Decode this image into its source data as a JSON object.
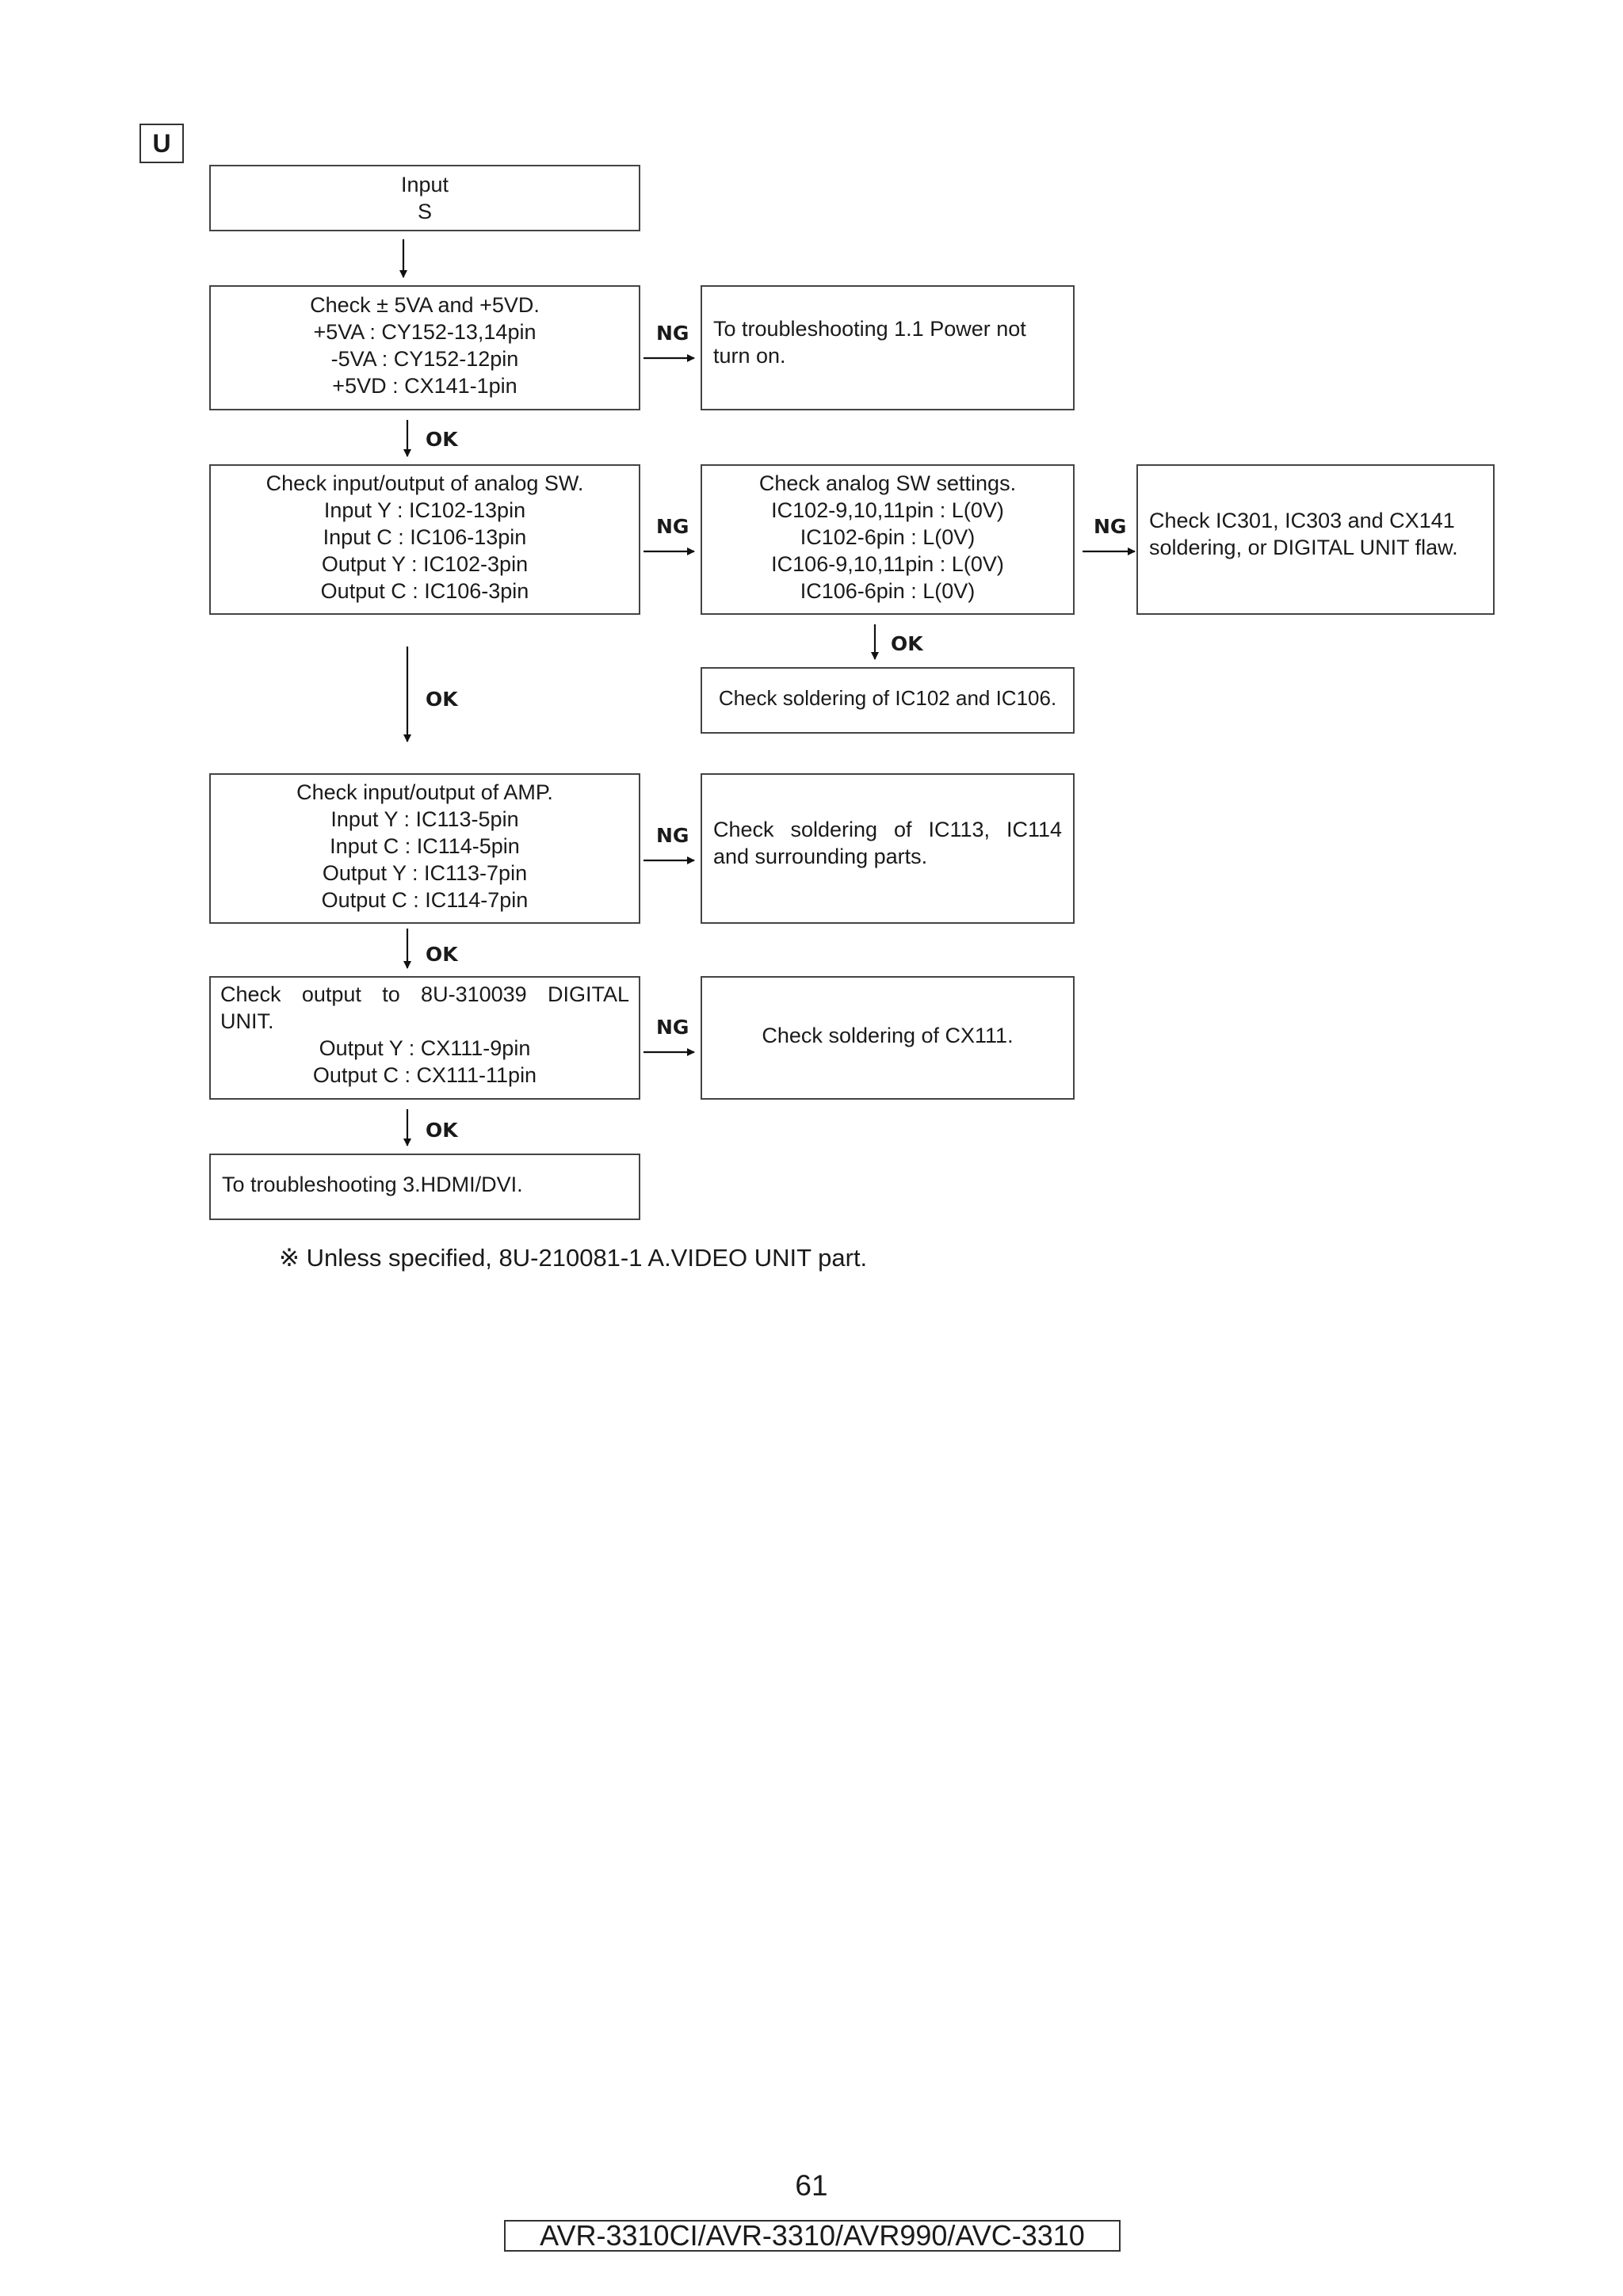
{
  "badge": "U",
  "labels": {
    "ok": "OK",
    "ng": "NG"
  },
  "boxes": {
    "input": [
      "Input",
      "S"
    ],
    "check_power": [
      "Check ± 5VA and +5VD.",
      "+5VA : CY152-13,14pin",
      "-5VA : CY152-12pin",
      "+5VD : CX141-1pin"
    ],
    "power_ng": [
      "To troubleshooting 1.1 Power not",
      "turn on."
    ],
    "analog_sw": [
      "Check input/output of analog SW.",
      "Input Y : IC102-13pin",
      "Input C : IC106-13pin",
      "Output Y : IC102-3pin",
      "Output C : IC106-3pin"
    ],
    "sw_settings": [
      "Check analog SW settings.",
      "IC102-9,10,11pin : L(0V)",
      "IC102-6pin : L(0V)",
      "IC106-9,10,11pin : L(0V)",
      "IC106-6pin : L(0V)"
    ],
    "ic301": [
      "Check IC301, IC303 and CX141",
      "soldering, or DIGITAL UNIT flaw."
    ],
    "solder_ic102": [
      "Check soldering of IC102 and IC106."
    ],
    "amp": [
      "Check input/output of AMP.",
      "Input Y : IC113-5pin",
      "Input C : IC114-5pin",
      "Output Y : IC113-7pin",
      "Output C : IC114-7pin"
    ],
    "solder_ic113": [
      "Check soldering of IC113, IC114",
      "and surrounding parts."
    ],
    "digital_out": [
      "Check output to 8U-310039 DIGITAL",
      "UNIT.",
      "Output Y : CX111-9pin",
      "Output C : CX111-11pin"
    ],
    "solder_cx111": [
      "Check soldering of CX111."
    ],
    "hdmi": [
      "To troubleshooting 3.HDMI/DVI."
    ]
  },
  "footnote": "※  Unless specified, 8U-210081-1 A.VIDEO UNIT part.",
  "page_number": "61",
  "model": "AVR-3310CI/AVR-3310/AVR990/AVC-3310"
}
